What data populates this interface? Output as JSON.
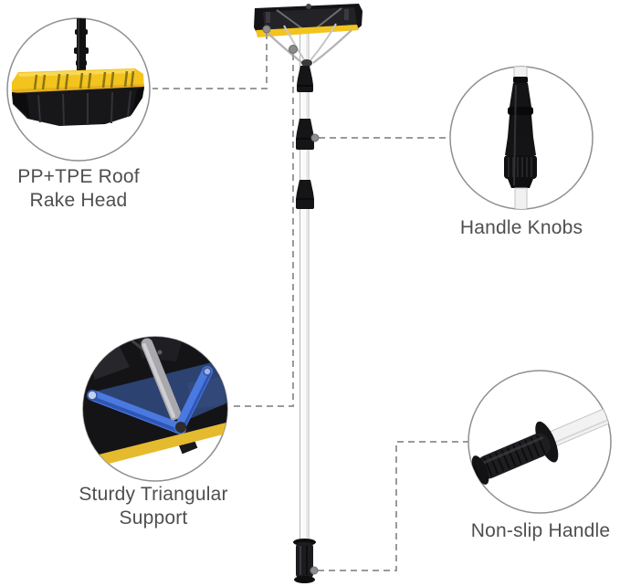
{
  "callouts": {
    "roof_rake_head": {
      "line1": "PP+TPE Roof",
      "line2": "Rake Head"
    },
    "handle_knobs": {
      "label": "Handle Knobs"
    },
    "triangular_support": {
      "line1": "Sturdy Triangular",
      "line2": "Support"
    },
    "non_slip_handle": {
      "label": "Non-slip Handle"
    }
  },
  "colors": {
    "accent_yellow": "#F2C41D",
    "accent_yellow_dark": "#E5BA2E",
    "accent_blue": "#4A79E0",
    "product_black": "#141417",
    "pole_white": "#FBFBFB",
    "connector_gray": "#9A9A9A",
    "circle_outline_gray": "#8F8F8F",
    "label_text_gray": "#4F4F4F"
  }
}
